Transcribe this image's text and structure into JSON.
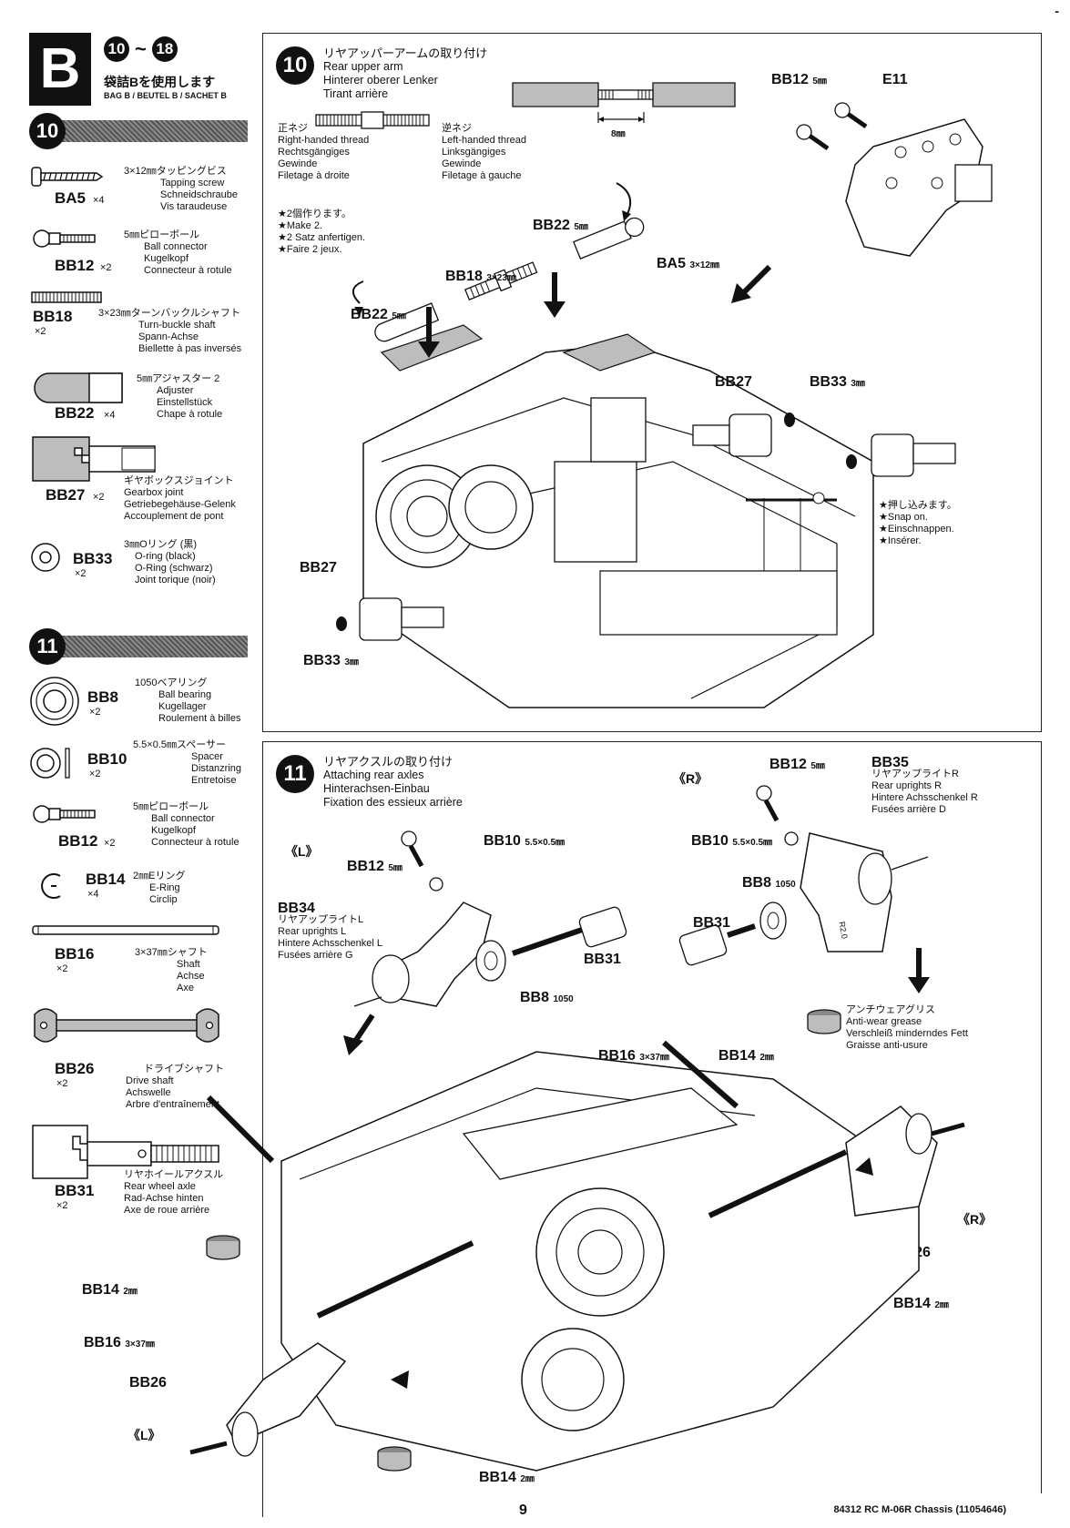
{
  "corner_mark": "-",
  "bag": {
    "letter": "B",
    "step_from": "10",
    "step_to": "18",
    "tilde": "~",
    "jp": "袋詰Bを使用します",
    "sub": "BAG B / BEUTEL B / SACHET B"
  },
  "left_steps": {
    "step10": "10",
    "step11": "11"
  },
  "parts10": [
    {
      "code": "BA5",
      "qty": "×4",
      "jp": "3×12㎜タッピングビス",
      "desc": [
        "Tapping screw",
        "Schneidschraube",
        "Vis taraudeuse"
      ]
    },
    {
      "code": "BB12",
      "qty": "×2",
      "jp": "5㎜ピローボール",
      "desc": [
        "Ball connector",
        "Kugelkopf",
        "Connecteur à rotule"
      ]
    },
    {
      "code": "BB18",
      "qty": "×2",
      "jp": "3×23㎜ターンバックルシャフト",
      "desc": [
        "Turn-buckle shaft",
        "Spann-Achse",
        "Biellette à pas inversés"
      ]
    },
    {
      "code": "BB22",
      "qty": "×4",
      "jp": "5㎜アジャスター 2",
      "desc": [
        "Adjuster",
        "Einstellstück",
        "Chape à rotule"
      ]
    },
    {
      "code": "BB27",
      "qty": "×2",
      "jp": "ギヤボックスジョイント",
      "desc": [
        "Gearbox joint",
        "Getriebegehäuse-Gelenk",
        "Accouplement de pont"
      ]
    },
    {
      "code": "BB33",
      "qty": "×2",
      "jp": "3㎜Oリング (黒)",
      "desc": [
        "O-ring (black)",
        "O-Ring (schwarz)",
        "Joint torique (noir)"
      ]
    }
  ],
  "parts11": [
    {
      "code": "BB8",
      "qty": "×2",
      "jp": "1050ベアリング",
      "desc": [
        "Ball bearing",
        "Kugellager",
        "Roulement à billes"
      ]
    },
    {
      "code": "BB10",
      "qty": "×2",
      "jp": "5.5×0.5㎜スペーサー",
      "desc": [
        "Spacer",
        "Distanzring",
        "Entretoise"
      ]
    },
    {
      "code": "BB12",
      "qty": "×2",
      "jp": "5㎜ピローボール",
      "desc": [
        "Ball connector",
        "Kugelkopf",
        "Connecteur à rotule"
      ]
    },
    {
      "code": "BB14",
      "qty": "×4",
      "jp": "2㎜Eリング",
      "desc": [
        "E-Ring",
        "Circlip"
      ]
    },
    {
      "code": "BB16",
      "qty": "×2",
      "jp": "3×37㎜シャフト",
      "desc": [
        "Shaft",
        "Achse",
        "Axe"
      ]
    },
    {
      "code": "BB26",
      "qty": "×2",
      "jp": "ドライブシャフト",
      "desc": [
        "Drive shaft",
        "Achswelle",
        "Arbre d'entraînement"
      ]
    },
    {
      "code": "BB31",
      "qty": "×2",
      "jp": "リヤホイールアクスル",
      "desc": [
        "Rear wheel axle",
        "Rad-Achse hinten",
        "Axe de roue arrière"
      ]
    }
  ],
  "step10": {
    "num": "10",
    "title": [
      "リヤアッパーアームの取り付け",
      "Rear upper arm",
      "Hinterer oberer Lenker",
      "Tirant arrière"
    ],
    "right_thread": [
      "正ネジ",
      "Right-handed thread",
      "Rechtsgängiges",
      "Gewinde",
      "Filetage à droite"
    ],
    "left_thread": [
      "逆ネジ",
      "Left-handed thread",
      "Linksgängiges",
      "Gewinde",
      "Filetage à gauche"
    ],
    "length": "8㎜",
    "make2": [
      "★2個作ります。",
      "★Make 2.",
      "★2 Satz anfertigen.",
      "★Faire 2 jeux."
    ],
    "snap": [
      "★押し込みます。",
      "★Snap on.",
      "★Einschnappen.",
      "★Insérer."
    ],
    "labels": {
      "bb22a": "BB22",
      "bb22a_size": "5㎜",
      "bb18": "BB18",
      "bb18_size": "3×23㎜",
      "bb22b": "BB22",
      "bb22b_size": "5㎜",
      "ba5": "BA5",
      "ba5_size": "3×12㎜",
      "bb12": "BB12",
      "bb12_size": "5㎜",
      "e11": "E11",
      "bb27a": "BB27",
      "bb33a": "BB33",
      "bb33a_size": "3㎜",
      "bb27b": "BB27",
      "bb33b": "BB33",
      "bb33b_size": "3㎜"
    }
  },
  "step11": {
    "num": "11",
    "title": [
      "リヤアクスルの取り付け",
      "Attaching rear axles",
      "Hinterachsen-Einbau",
      "Fixation des essieux arrière"
    ],
    "left_mark": "《L》",
    "right_mark": "《R》",
    "bb34": [
      "BB34",
      "リヤアップライトL",
      "Rear uprights L",
      "Hintere Achsschenkel L",
      "Fusées arrière G"
    ],
    "bb35": [
      "BB35",
      "リヤアップライトR",
      "Rear uprights R",
      "Hintere Achsschenkel R",
      "Fusées arrière D"
    ],
    "grease": [
      "アンチウェアグリス",
      "Anti-wear grease",
      "Verschleiß minderndes Fett",
      "Graisse anti-usure"
    ],
    "upright_mark": "R2.0",
    "labels": {
      "bb12l": "BB12",
      "bb12l_size": "5㎜",
      "bb10l": "BB10",
      "bb10l_size": "5.5×0.5㎜",
      "bb31l": "BB31",
      "bb8l": "BB8",
      "bb8l_size": "1050",
      "bb12r": "BB12",
      "bb12r_size": "5㎜",
      "bb10r": "BB10",
      "bb10r_size": "5.5×0.5㎜",
      "bb8r": "BB8",
      "bb8r_size": "1050",
      "bb31r": "BB31",
      "bb16r": "BB16",
      "bb16r_size": "3×37㎜",
      "bb14r1": "BB14",
      "bb14r1_size": "2㎜",
      "bb26r": "BB26",
      "bb14r2": "BB14",
      "bb14r2_size": "2㎜",
      "bb14l1": "BB14",
      "bb14l1_size": "2㎜",
      "bb16l": "BB16",
      "bb16l_size": "3×37㎜",
      "bb26l": "BB26",
      "bb14l2": "BB14",
      "bb14l2_size": "2㎜"
    }
  },
  "page_number": "9",
  "footer": "84312 RC M-06R Chassis (11054646)"
}
